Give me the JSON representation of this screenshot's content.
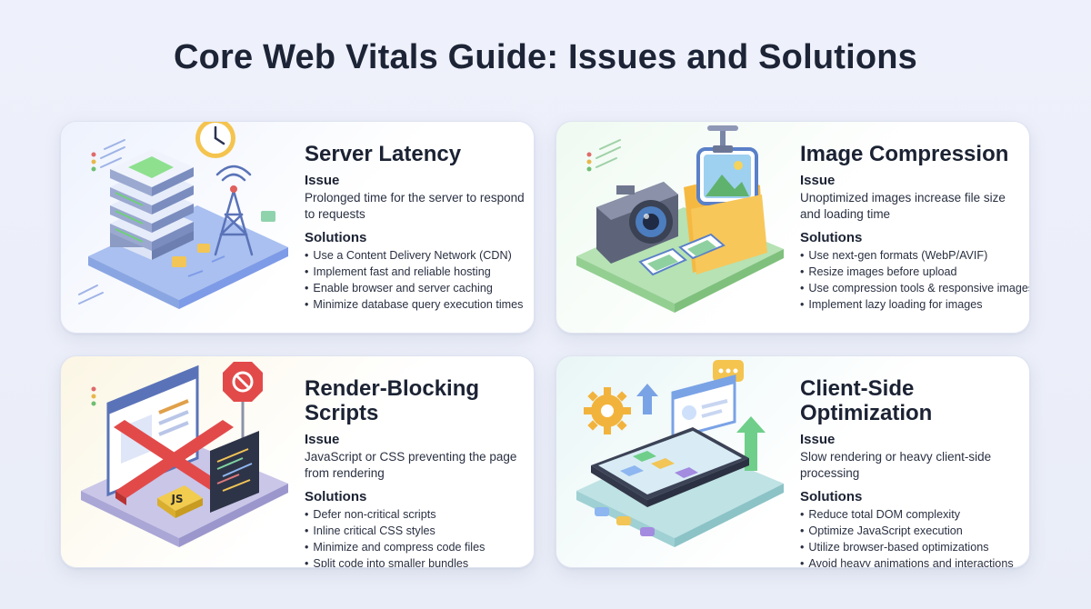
{
  "page": {
    "title": "Core Web Vitals Guide: Issues and Solutions"
  },
  "cards": [
    {
      "title": "Server Latency",
      "issue_label": "Issue",
      "issue": "Prolonged time for the server to respond to requests",
      "solutions_label": "Solutions",
      "solutions": [
        "Use a Content Delivery Network (CDN)",
        "Implement fast and reliable hosting",
        "Enable browser and server caching",
        "Minimize database query execution times"
      ]
    },
    {
      "title": "Image Compression",
      "issue_label": "Issue",
      "issue": "Unoptimized images increase file size and loading time",
      "solutions_label": "Solutions",
      "solutions": [
        "Use next-gen formats (WebP/AVIF)",
        "Resize images before upload",
        "Use compression tools & responsive images",
        "Implement lazy loading for images"
      ]
    },
    {
      "title": "Render-Blocking Scripts",
      "issue_label": "Issue",
      "issue": "JavaScript or CSS preventing the page from rendering",
      "solutions_label": "Solutions",
      "solutions": [
        "Defer non-critical scripts",
        "Inline critical CSS styles",
        "Minimize and compress code files",
        "Split code into smaller bundles"
      ],
      "js_badge": "JS"
    },
    {
      "title": "Client-Side Optimization",
      "issue_label": "Issue",
      "issue": "Slow rendering or heavy client-side processing",
      "solutions_label": "Solutions",
      "solutions": [
        "Reduce total DOM complexity",
        "Optimize JavaScript execution",
        "Utilize browser-based optimizations",
        "Avoid heavy animations and interactions"
      ]
    }
  ],
  "icons": {
    "card1": [
      "server-rack-icon",
      "clock-icon",
      "antenna-tower-icon",
      "envelope-icon"
    ],
    "card2": [
      "camera-icon",
      "photo-folder-icon",
      "image-clamp-icon",
      "thumbnail-icon"
    ],
    "card3": [
      "browser-window-icon",
      "blocked-x-icon",
      "stop-sign-icon",
      "code-window-icon",
      "js-badge-icon"
    ],
    "card4": [
      "smartphone-icon",
      "gear-icon",
      "arrow-up-icon",
      "chat-bubble-icon",
      "browser-card-icon"
    ]
  },
  "colors": {
    "title": "#1c2436",
    "card1_accent": "#7e9be8",
    "card2_accent": "#7fcf8c",
    "card3_accent": "#f2cc4f",
    "card4_accent": "#6fc3c8"
  }
}
